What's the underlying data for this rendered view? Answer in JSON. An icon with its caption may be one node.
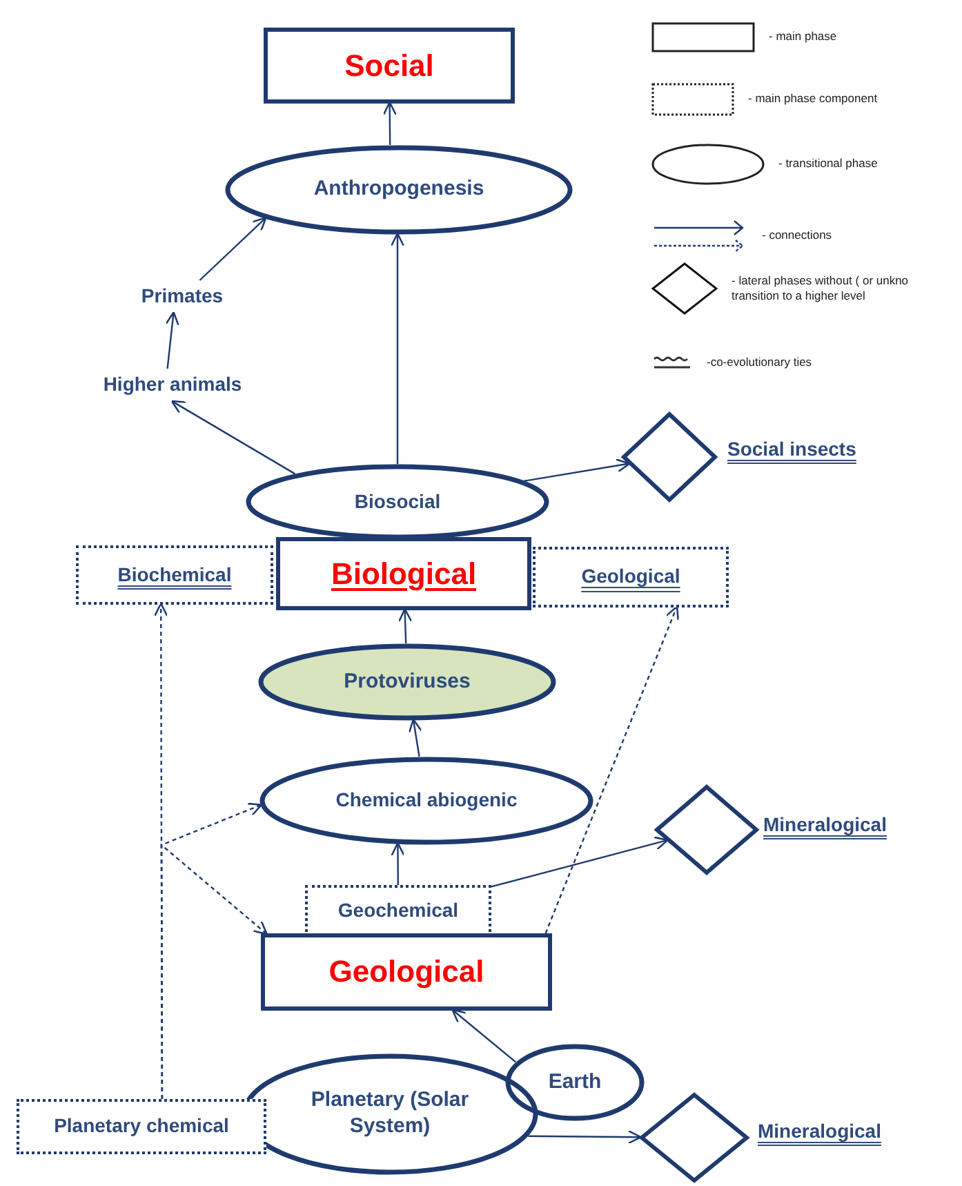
{
  "diagram": {
    "nodes": [
      {
        "text": [
          "Social"
        ]
      },
      {
        "text": [
          "Anthropogenesis"
        ]
      },
      {
        "text": [
          "Primates"
        ]
      },
      {
        "text": [
          "Higher animals"
        ]
      },
      {
        "text": [
          "Biosocial"
        ]
      },
      {
        "text": [],
        "shape": "diamond",
        "beside": [
          "Social insects"
        ]
      },
      {
        "text": [
          "Biochemical"
        ]
      },
      {
        "text": [
          "Biological"
        ]
      },
      {
        "text": [
          "Geological"
        ]
      },
      {
        "text": [
          "Protoviruses"
        ]
      },
      {
        "text": [
          "Chemical abiogenic"
        ]
      },
      {
        "text": [],
        "shape": "diamond",
        "beside": [
          "Mineralogical"
        ]
      },
      {
        "text": [
          "Geochemical"
        ]
      },
      {
        "text": [
          "Geological"
        ]
      },
      {
        "text": [
          "Planetary (Solar System)"
        ]
      },
      {
        "text": [
          "Earth"
        ]
      },
      {
        "text": [
          "Planetary chemical"
        ]
      },
      {
        "text": [],
        "shape": "diamond",
        "beside": [
          "Mineralogical"
        ]
      }
    ],
    "edges": [
      {
        "from": 1,
        "to": 0,
        "arrow": "to"
      },
      {
        "from": 4,
        "to": 1,
        "arrow": "to"
      },
      {
        "from": 4,
        "to": 3,
        "arrow": "to"
      },
      {
        "from": 3,
        "to": 2,
        "arrow": "to"
      },
      {
        "from": 2,
        "to": 1,
        "arrow": "to"
      },
      {
        "from": 4,
        "to": 5,
        "arrow": "to"
      },
      {
        "from": 9,
        "to": 7,
        "arrow": "to"
      },
      {
        "from": 10,
        "to": 9,
        "arrow": "to"
      },
      {
        "from": 12,
        "to": 10,
        "arrow": "to"
      },
      {
        "from": 12,
        "to": 11,
        "arrow": "to"
      },
      {
        "from": 13,
        "to": 8,
        "arrow": "to",
        "style": "dashed"
      },
      {
        "from": 15,
        "to": 13,
        "arrow": "to"
      },
      {
        "from": 14,
        "to": 17,
        "arrow": "to"
      },
      {
        "from": 16,
        "to": 6,
        "arrow": "to",
        "style": "dashed"
      },
      {
        "from": 16,
        "to": 10,
        "arrow": "to",
        "style": "dashed"
      },
      {
        "from": 16,
        "to": 13,
        "arrow": "to",
        "style": "dashed"
      }
    ],
    "legend": [
      {
        "text": "- main phase"
      },
      {
        "text": "- main phase component"
      },
      {
        "text": "- transitional phase"
      },
      {
        "text": "- connections"
      },
      {
        "text": "- lateral phases without ( or unkno transition to a higher level"
      },
      {
        "text": "-co-evolutionary ties"
      }
    ]
  }
}
